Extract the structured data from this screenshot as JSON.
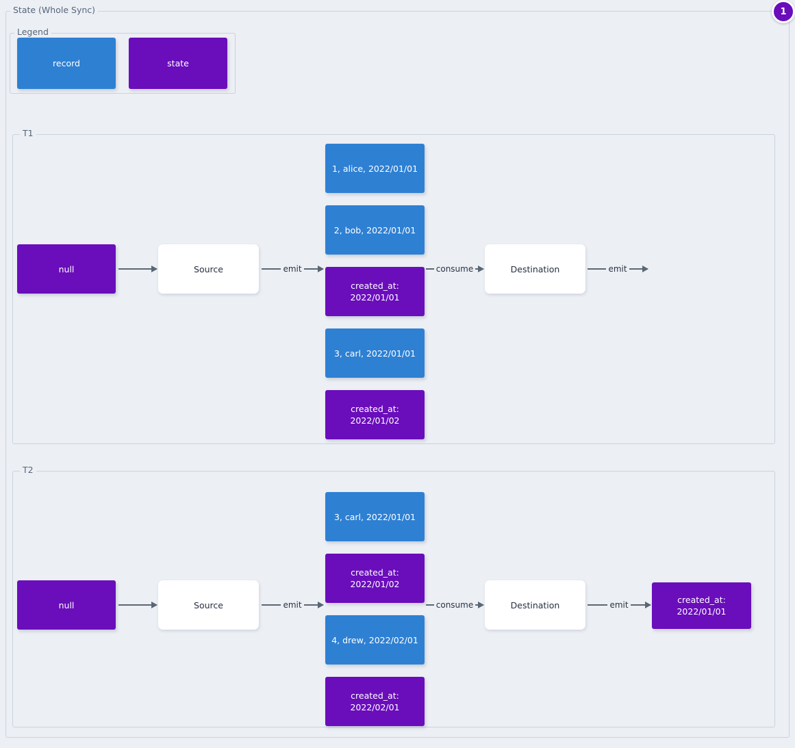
{
  "root": {
    "label": "State (Whole Sync)"
  },
  "badge": {
    "value": "1"
  },
  "legend": {
    "label": "Legend",
    "items": [
      {
        "text": "record",
        "kind": "record"
      },
      {
        "text": "state",
        "kind": "state"
      }
    ]
  },
  "colors": {
    "record": "#2e80d3",
    "state": "#6a0dbb",
    "process": "#ffffff",
    "background": "#eceff4",
    "border": "#c9d3de",
    "edge": "#5a6673",
    "text": "#2a3342"
  },
  "edge_labels": {
    "emit": "emit",
    "consume": "consume"
  },
  "sections": [
    {
      "label": "T1",
      "state_in": "null",
      "source": "Source",
      "destination": "Destination",
      "state_out": "",
      "middle": [
        {
          "kind": "record",
          "text": "1, alice, 2022/01/01"
        },
        {
          "kind": "record",
          "text": "2, bob, 2022/01/01"
        },
        {
          "kind": "state",
          "text": "created_at:\n2022/01/01"
        },
        {
          "kind": "record",
          "text": "3, carl, 2022/01/01"
        },
        {
          "kind": "state",
          "text": "created_at:\n2022/01/02"
        }
      ]
    },
    {
      "label": "T2",
      "state_in": "null",
      "source": "Source",
      "destination": "Destination",
      "state_out": "created_at:\n2022/01/01",
      "middle": [
        {
          "kind": "record",
          "text": "3, carl, 2022/01/01"
        },
        {
          "kind": "state",
          "text": "created_at:\n2022/01/02"
        },
        {
          "kind": "record",
          "text": "4, drew, 2022/02/01"
        },
        {
          "kind": "state",
          "text": "created_at:\n2022/02/01"
        }
      ]
    }
  ]
}
